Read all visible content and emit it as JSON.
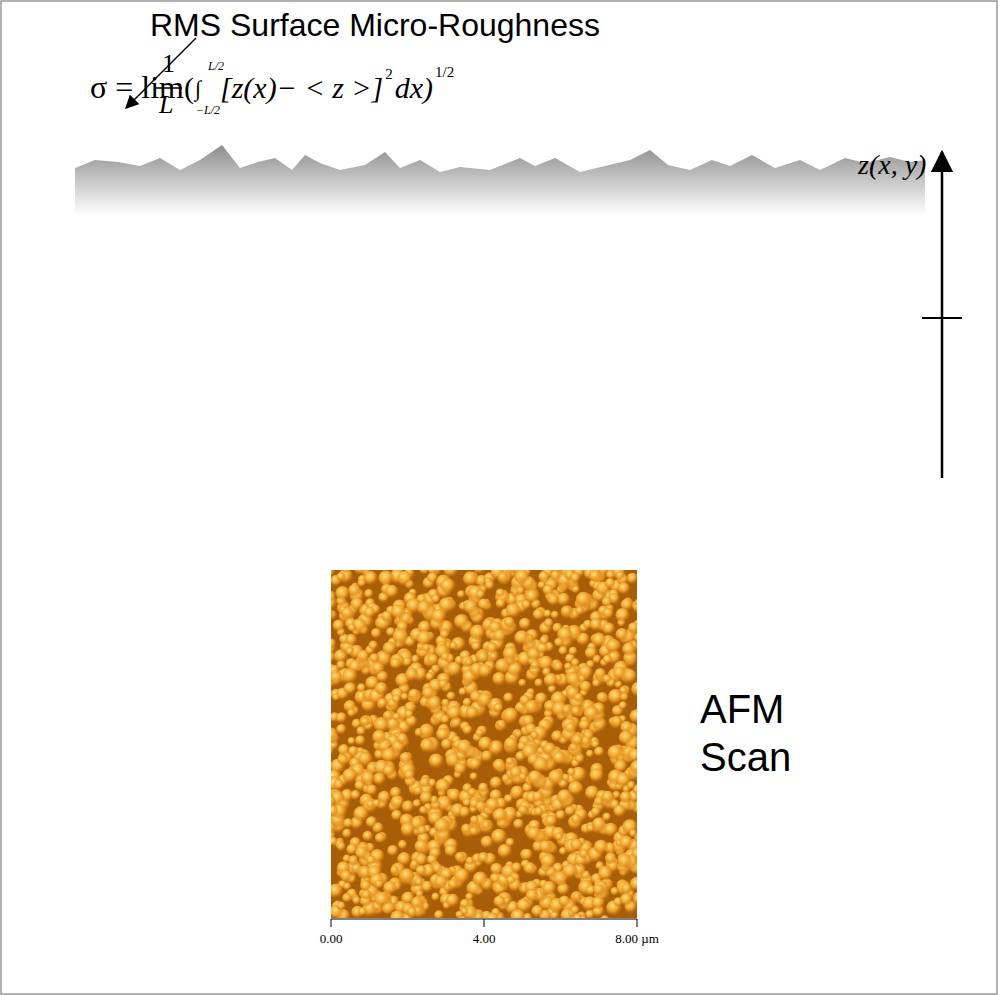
{
  "diagram": {
    "labels": [
      "RMS Surface Micro-Roughness",
      "σ = lim",
      "1",
      "L",
      "(",
      "∫",
      "L/2",
      "−L/2",
      "[z(x)− < z >]",
      "2",
      "dx)",
      "1/2",
      "z(x, y)",
      "AFM Scan",
      "0.00",
      "4.00",
      "8.00 µm"
    ]
  }
}
